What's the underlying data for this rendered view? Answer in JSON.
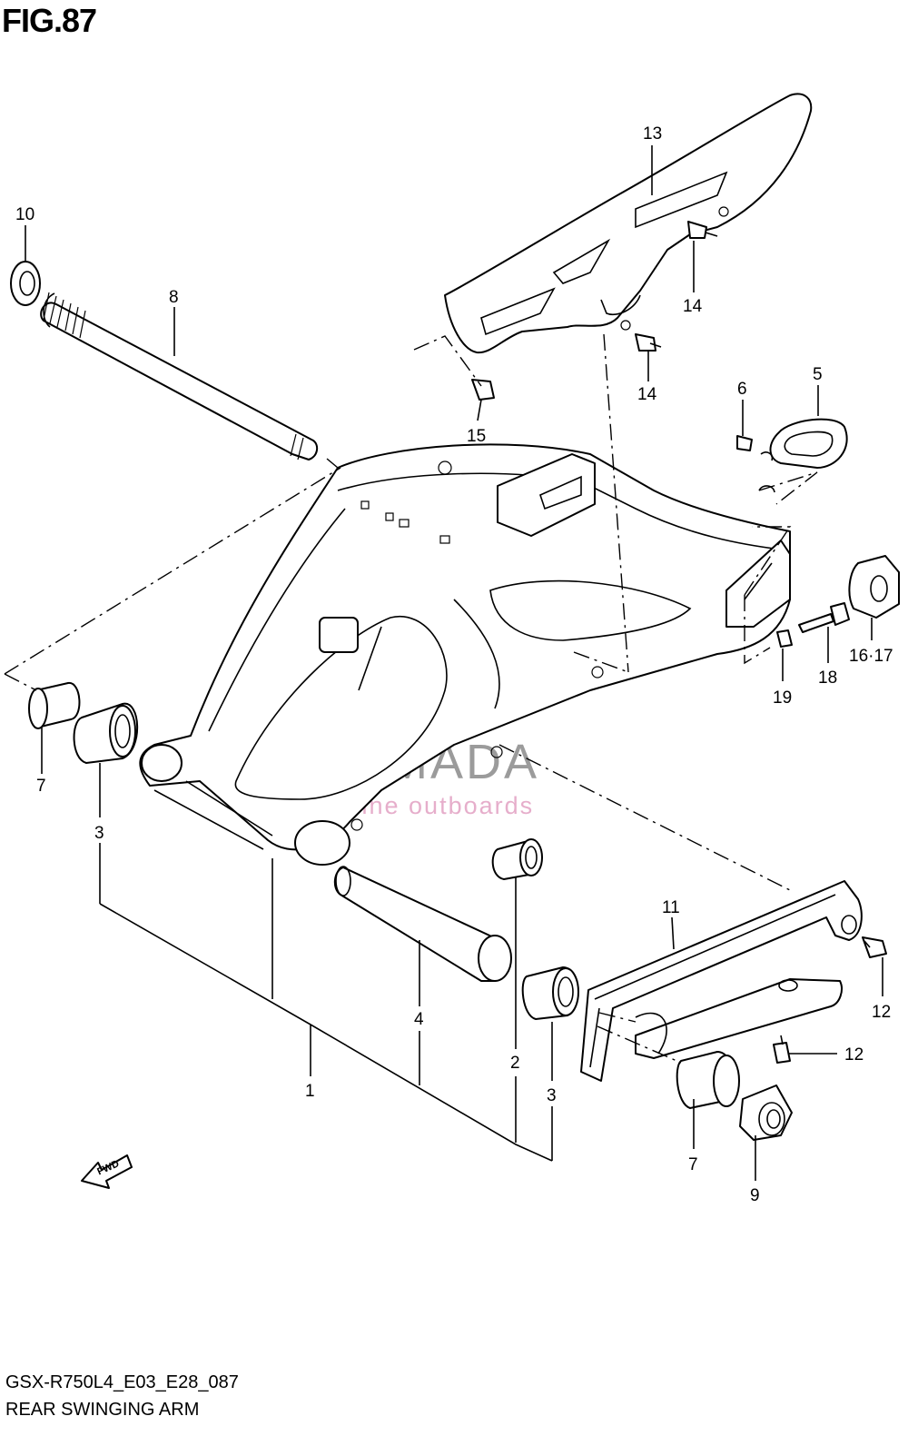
{
  "figure": {
    "title": "FIG.87",
    "code": "GSX-R750L4_E03_E28_087",
    "name": "REAR SWINGING ARM"
  },
  "callouts": {
    "c1": "1",
    "c2": "2",
    "c3a": "3",
    "c3b": "3",
    "c4": "4",
    "c5": "5",
    "c6": "6",
    "c7a": "7",
    "c7b": "7",
    "c8": "8",
    "c9": "9",
    "c10": "10",
    "c11": "11",
    "c12a": "12",
    "c12b": "12",
    "c13": "13",
    "c14a": "14",
    "c14b": "14",
    "c15": "15",
    "c16_17": "16·17",
    "c18": "18",
    "c19": "19"
  },
  "fwd_label": "FWD",
  "watermark": {
    "brand": "ARMADA",
    "tagline": "marine outboards",
    "logo_icon": "propeller-icon",
    "color_primary": "#8a8a8a",
    "color_accent": "#e2a0c2"
  }
}
